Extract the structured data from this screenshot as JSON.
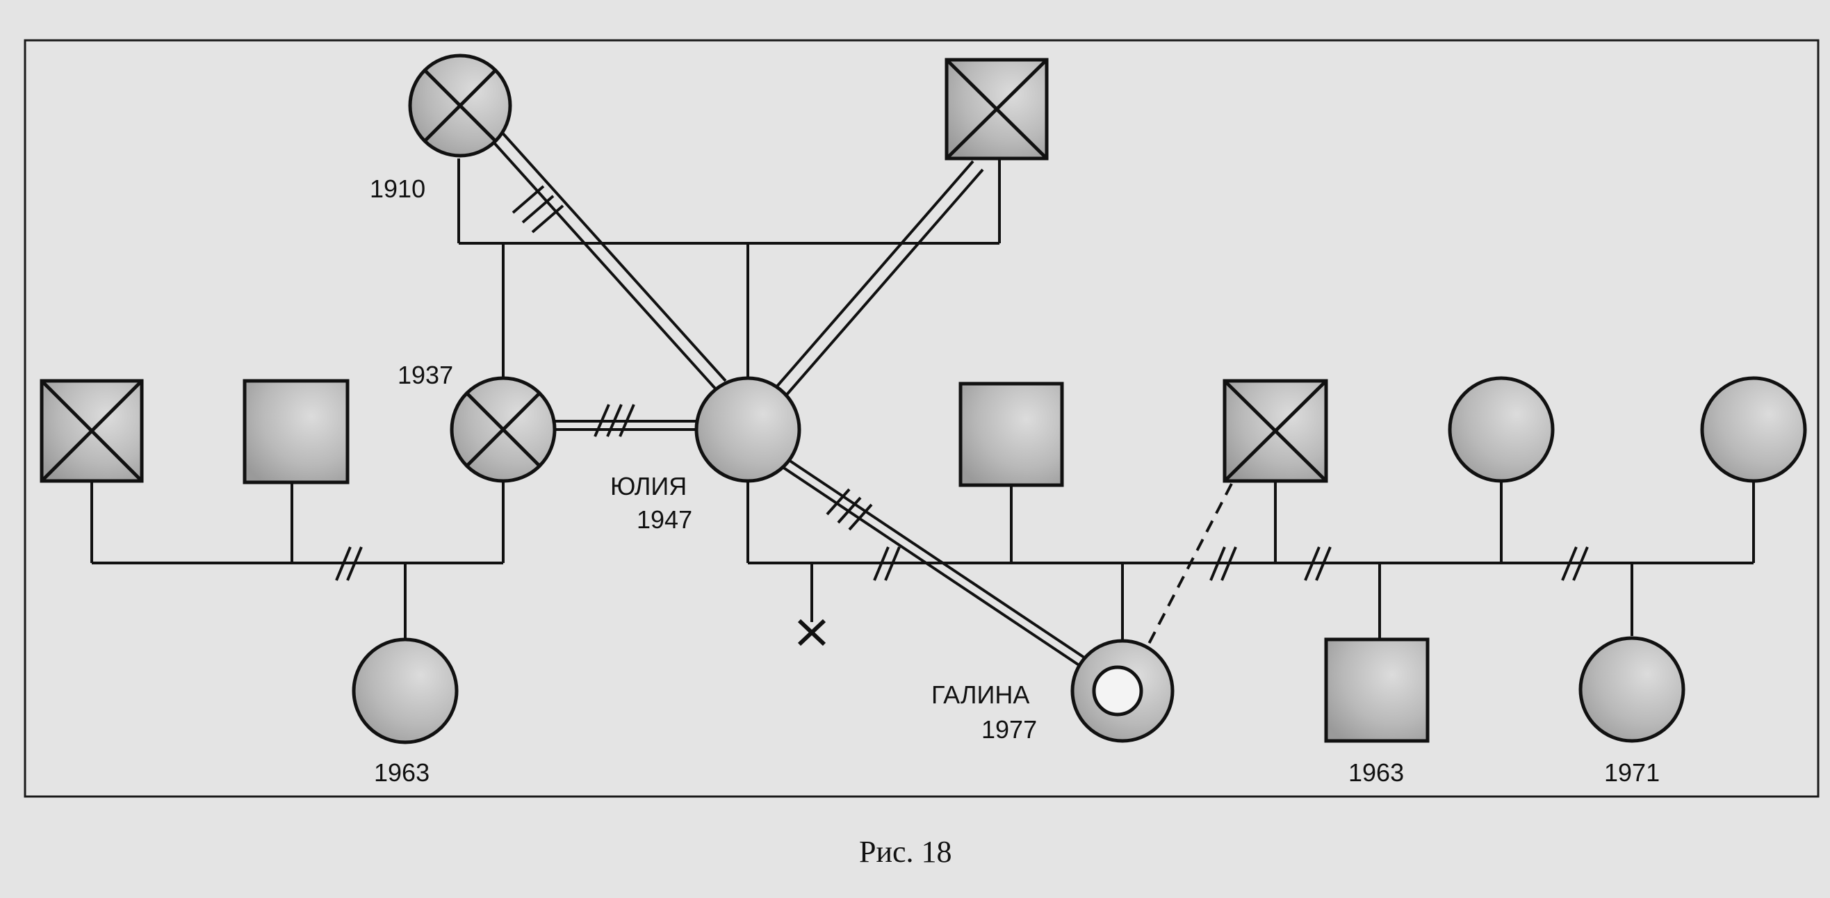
{
  "caption": "Рис. 18",
  "people": {
    "grandmother": {
      "year": "1910"
    },
    "mother_1937": {
      "year": "1937"
    },
    "yulia": {
      "name": "ЮЛИЯ",
      "year": "1947"
    },
    "galina": {
      "name": "ГАЛИНА",
      "year": "1977"
    },
    "daughter_left": {
      "year": "1963"
    },
    "son_right": {
      "year": "1963"
    },
    "daughter_right": {
      "year": "1971"
    }
  },
  "colors": {
    "background": "#e4e4e4",
    "frame": "#1a1a1a",
    "shape_fill": "#b8b8b8",
    "shape_fill_light": "#d8d8d8"
  }
}
